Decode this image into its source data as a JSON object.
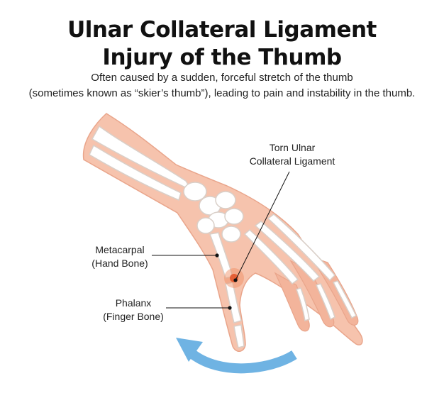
{
  "title": {
    "line1": "Ulnar Collateral Ligament",
    "line2": "Injury of the Thumb"
  },
  "subtitle": {
    "line1": "Often caused by a sudden, forceful stretch of the thumb",
    "line2": "(sometimes known as “skier’s thumb”), leading to pain and instability in the thumb."
  },
  "labels": {
    "torn_ligament": {
      "line1": "Torn Ulnar",
      "line2": "Collateral Ligament"
    },
    "metacarpal": {
      "line1": "Metacarpal",
      "line2": "(Hand Bone)"
    },
    "phalanx": {
      "line1": "Phalanx",
      "line2": "(Finger Bone)"
    }
  },
  "colors": {
    "skin": "#f6c3ad",
    "skin_dark": "#e9a58b",
    "bone": "#ffffff",
    "bone_outline": "#d9cfc8",
    "injury": "#e2562c",
    "arrow": "#6fb3e3",
    "leader": "#111111"
  },
  "icons": {
    "arrow": "curved-motion-arrow"
  }
}
